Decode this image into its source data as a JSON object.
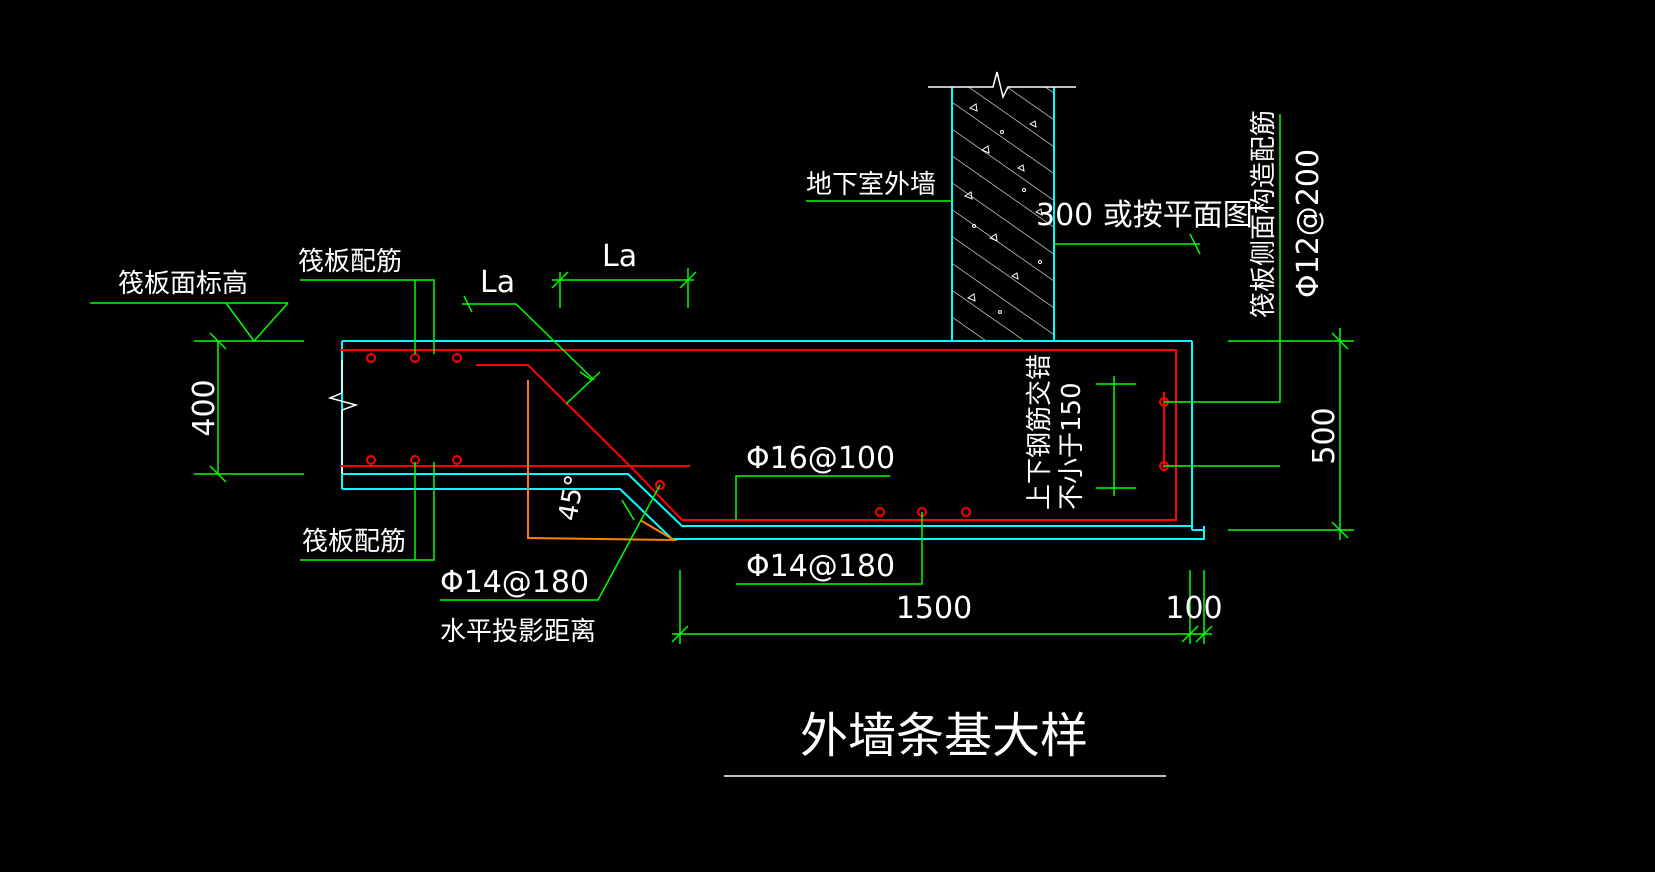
{
  "drawing": {
    "title": "外墙条基大样",
    "labels": {
      "basement_wall": "地下室外墙",
      "wall_thickness": "300 或按平面图",
      "side_rebar_a": "筏板侧面构造配筋",
      "side_rebar_b": "Φ12@200",
      "raft_top_elevation": "筏板面标高",
      "raft_rebar_top": "筏板配筋",
      "raft_rebar_bottom": "筏板配筋",
      "la_1": "La",
      "la_2": "La",
      "bar_stagger_a": "上下钢筋交错",
      "bar_stagger_b": "不小于150",
      "top_rebar": "Φ16@100",
      "bottom_rebar": "Φ14@180",
      "slope_rebar": "Φ14@180",
      "horizontal_projection": "水平投影距离",
      "angle": "45°"
    },
    "dimensions": {
      "raft_thickness": "400",
      "footing_thickness": "500",
      "footing_width": "1500",
      "cover": "100"
    },
    "colors": {
      "background": "#000000",
      "text": "#ffffff",
      "leader": "#00ff00",
      "outline": "#00ffff",
      "rebar": "#ff0000",
      "slope_bar": "#ff7f00"
    }
  }
}
